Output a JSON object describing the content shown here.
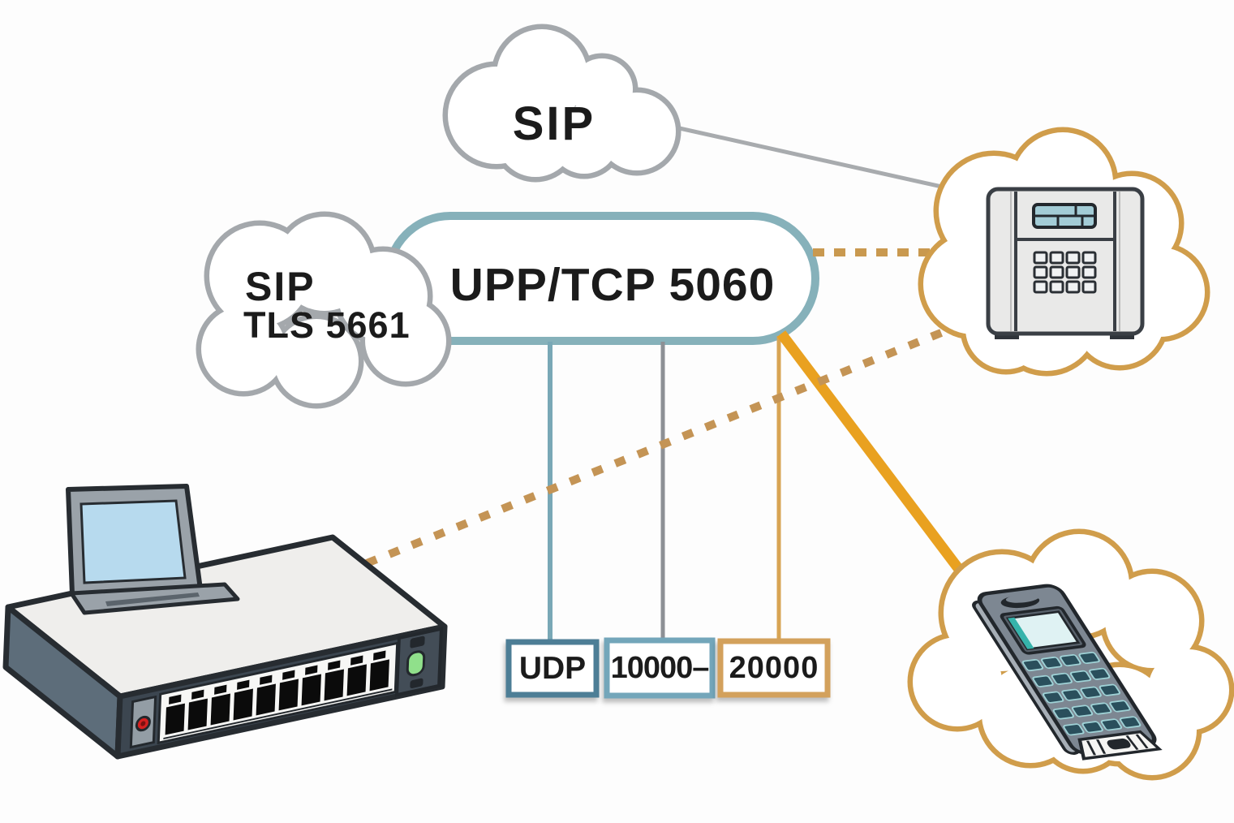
{
  "clouds": {
    "sip": {
      "label": "SIP",
      "border_color": "#a4a8ac"
    },
    "sip_tls": {
      "line1": "SIP",
      "line2": "TLS 5661",
      "border_color": "#a4a8ac"
    },
    "desk_phone": {
      "border_color": "#d09d4b",
      "icon": "desk-phone-icon"
    },
    "mobile_phone": {
      "border_color": "#d09d4b",
      "icon": "mobile-phone-icon"
    }
  },
  "pill": {
    "label": "UPP/TCP 5060",
    "border_color": "#86b1ba",
    "fill": "#ffffff"
  },
  "port_boxes": {
    "udp": {
      "label": "UDP",
      "border_color": "#4d7e96"
    },
    "range_start": {
      "label": "10000–",
      "border_color": "#73a6ba"
    },
    "range_end": {
      "label": "20000",
      "border_color": "#d3a15c"
    }
  },
  "connections": {
    "sip_to_desk_phone": {
      "style": "solid",
      "color": "#a8abae"
    },
    "pill_to_desk_phone": {
      "style": "dotted",
      "color": "#c9994f"
    },
    "switch_to_desk_phone": {
      "style": "dotted",
      "color": "#c49455"
    },
    "pill_to_mobile_phone": {
      "style": "solid-thick",
      "color": "#e9a120"
    },
    "pill_to_udp": {
      "style": "solid",
      "color": "#79a8b6"
    },
    "pill_to_range_start": {
      "style": "solid",
      "color": "#8d9095"
    },
    "pill_to_range_end": {
      "style": "solid",
      "color": "#d8a453"
    }
  },
  "devices": {
    "switch": {
      "icon": "network-switch-icon",
      "ports": 10,
      "leds": [
        "red",
        "green"
      ]
    },
    "laptop": {
      "icon": "laptop-icon"
    },
    "desk_phone": {
      "icon": "desk-phone-icon",
      "keys": 12
    },
    "mobile_phone": {
      "icon": "mobile-phone-icon",
      "keys": 20
    }
  }
}
